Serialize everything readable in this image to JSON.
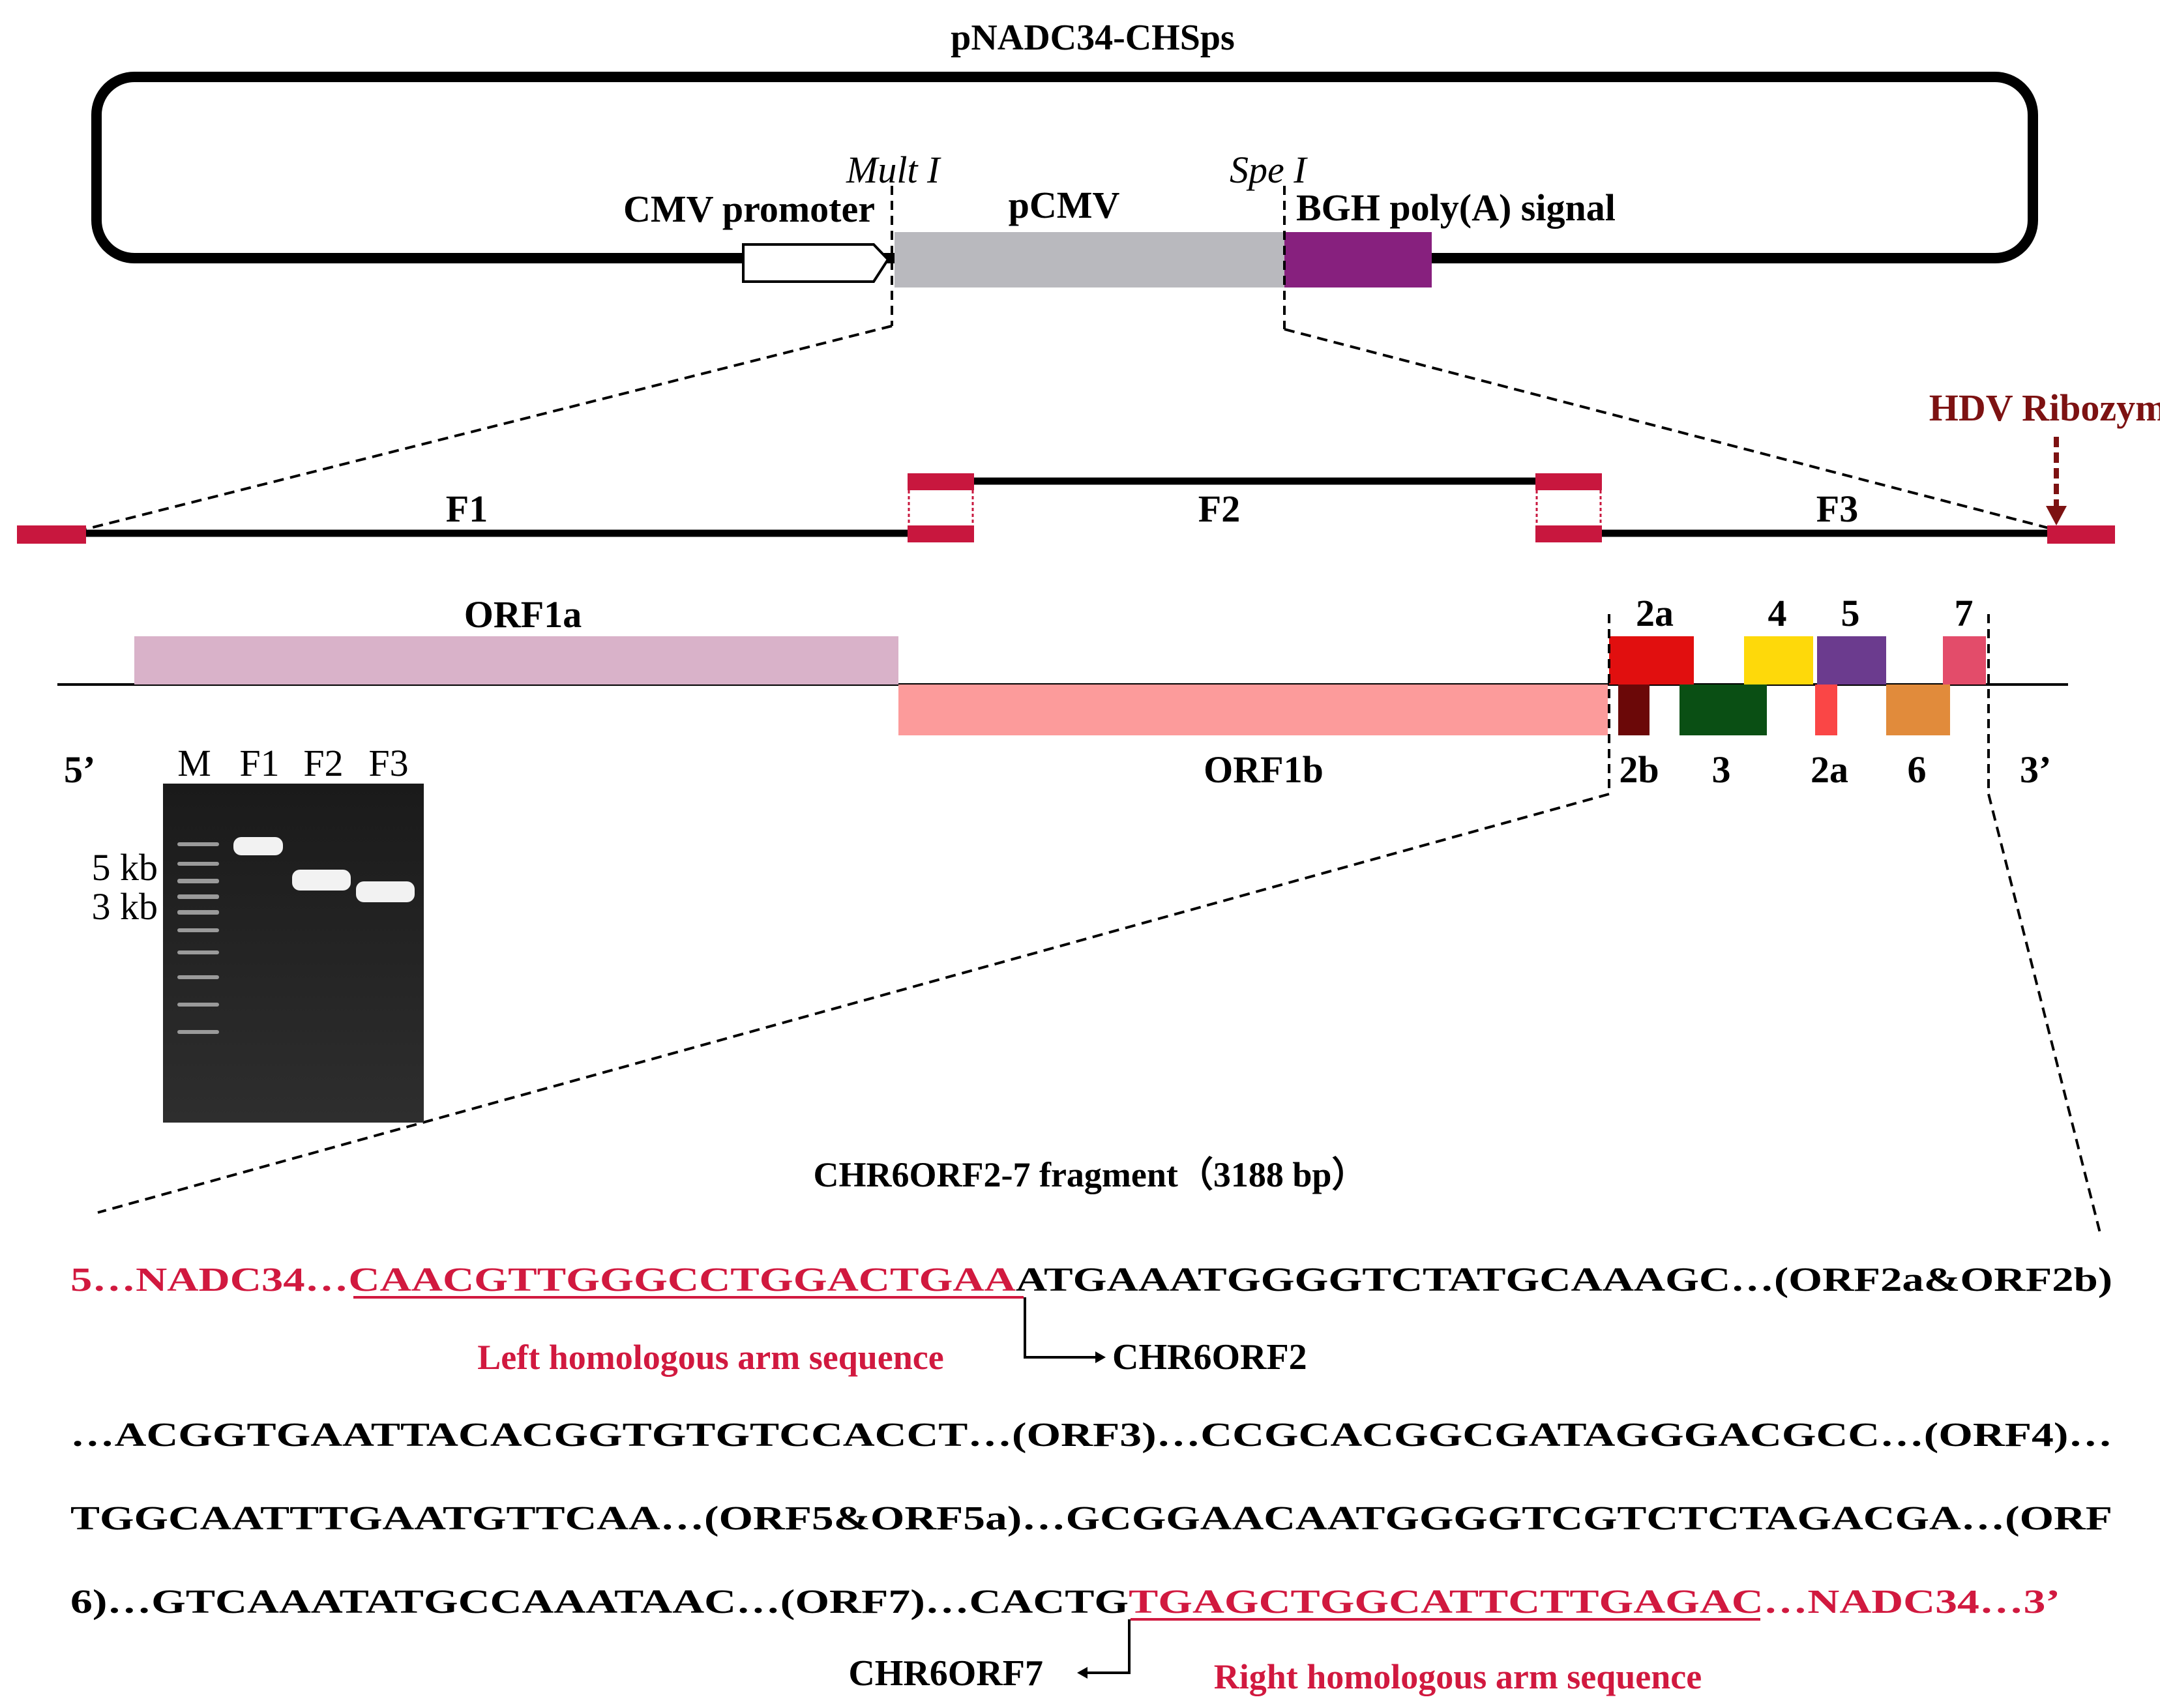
{
  "title": "pNADC34-CHSps",
  "vector": {
    "cmv_promoter": "CMV promoter",
    "mult": "Mult I",
    "pcmv": "pCMV",
    "spe": "Spe I",
    "bgh": "BGH poly(A) signal"
  },
  "ribozyme": "HDV Ribozyme",
  "fragments": [
    "F1",
    "F2",
    "F3"
  ],
  "genome": {
    "five": "5’",
    "three": "3’",
    "orf1a": "ORF1a",
    "orf1b": "ORF1b",
    "top_labels": [
      "2a",
      "4",
      "5",
      "7"
    ],
    "bottom_labels": [
      "2b",
      "3",
      "2a",
      "6"
    ]
  },
  "gel": {
    "lanes": [
      "M",
      "F1",
      "F2",
      "F3"
    ],
    "markers": [
      "5 kb",
      "3 kb"
    ]
  },
  "fragment_title": "CHR6ORF2-7 fragment（3188 bp）",
  "seq": {
    "l1_red": "5…NADC34…",
    "l1_red_ul": "CAACGTTGGGCCTGGACTGAA",
    "l1_black": "ATGAAATGGGGTCTATGCAAAGC…(ORF2a&ORF2b)",
    "left_arm": "Left homologous arm sequence",
    "chr6orf2": "CHR6ORF2",
    "l2": "…ACGGTGAATTACACGGTGTGTCCACCT…(ORF3)…CCGCACGGCGATAGGGACGCC…(ORF4)…",
    "l3": "TGGCAATTTGAATGTTCAA…(ORF5&ORF5a)…GCGGAACAATGGGGTCGTCTCTAGACGA…(ORF",
    "l4_black": "6)…GTCAAATATGCCAAATAAC…(ORF7)…CACTG",
    "l4_red_ul": "TGAGCTGGCATTCTTGAGAC",
    "l4_red": "…NADC34…3’",
    "chr6orf7": "CHR6ORF7",
    "right_arm": "Right homologous arm sequence"
  },
  "colors": {
    "pcmv": "#b9b9be",
    "bgh": "#87207e",
    "arm": "#c8173e",
    "orf1a": "#d9b2c9",
    "orf1b": "#fc9b9b",
    "orf2a": "#e10f0f",
    "orf2b": "#6b0808",
    "orf3": "#0a4f14",
    "orf4": "#fed90a",
    "orf5": "#6b3b8e",
    "orf5a": "#fa4646",
    "orf6": "#e18b3b",
    "orf7": "#e34c6a",
    "ribozyme": "#7d1212",
    "seq_red": "#d1193f"
  }
}
